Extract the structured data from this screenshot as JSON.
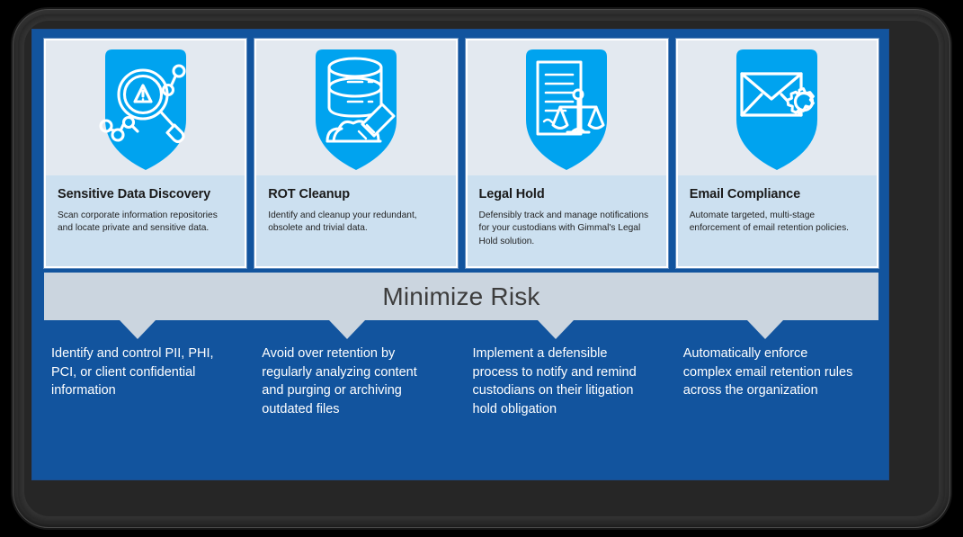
{
  "theme": {
    "slide_background": "#12549E",
    "card_icon_background": "#E3E9F0",
    "card_text_background": "#CCE0F0",
    "icon_shield_color": "#00A3EF",
    "banner_background": "#CBD5DF",
    "banner_text_color": "#3D3D3D",
    "benefit_text_color": "#FFFFFF",
    "bezel_color": "#2E2E2E"
  },
  "cards": [
    {
      "icon_name": "sensitive-data-discovery-icon",
      "title": "Sensitive Data Discovery",
      "description": "Scan corporate information repositories and locate private and sensitive data."
    },
    {
      "icon_name": "rot-cleanup-icon",
      "title": "ROT Cleanup",
      "description": "Identify and cleanup your redundant, obsolete and trivial data."
    },
    {
      "icon_name": "legal-hold-icon",
      "title": "Legal Hold",
      "description": "Defensibly track and manage notifications for your custodians with Gimmal's Legal Hold solution."
    },
    {
      "icon_name": "email-compliance-icon",
      "title": "Email Compliance",
      "description": "Automate targeted, multi-stage enforcement of email retention policies."
    }
  ],
  "banner": {
    "title": "Minimize Risk"
  },
  "benefits": [
    {
      "text": "Identify and control PII, PHI, PCI, or client confidential information"
    },
    {
      "text": "Avoid over retention by regularly analyzing content and purging or archiving outdated files"
    },
    {
      "text": "Implement a defensible process to notify and remind custodians on their litigation hold obligation"
    },
    {
      "text": "Automatically enforce complex email retention rules across the organization"
    }
  ]
}
